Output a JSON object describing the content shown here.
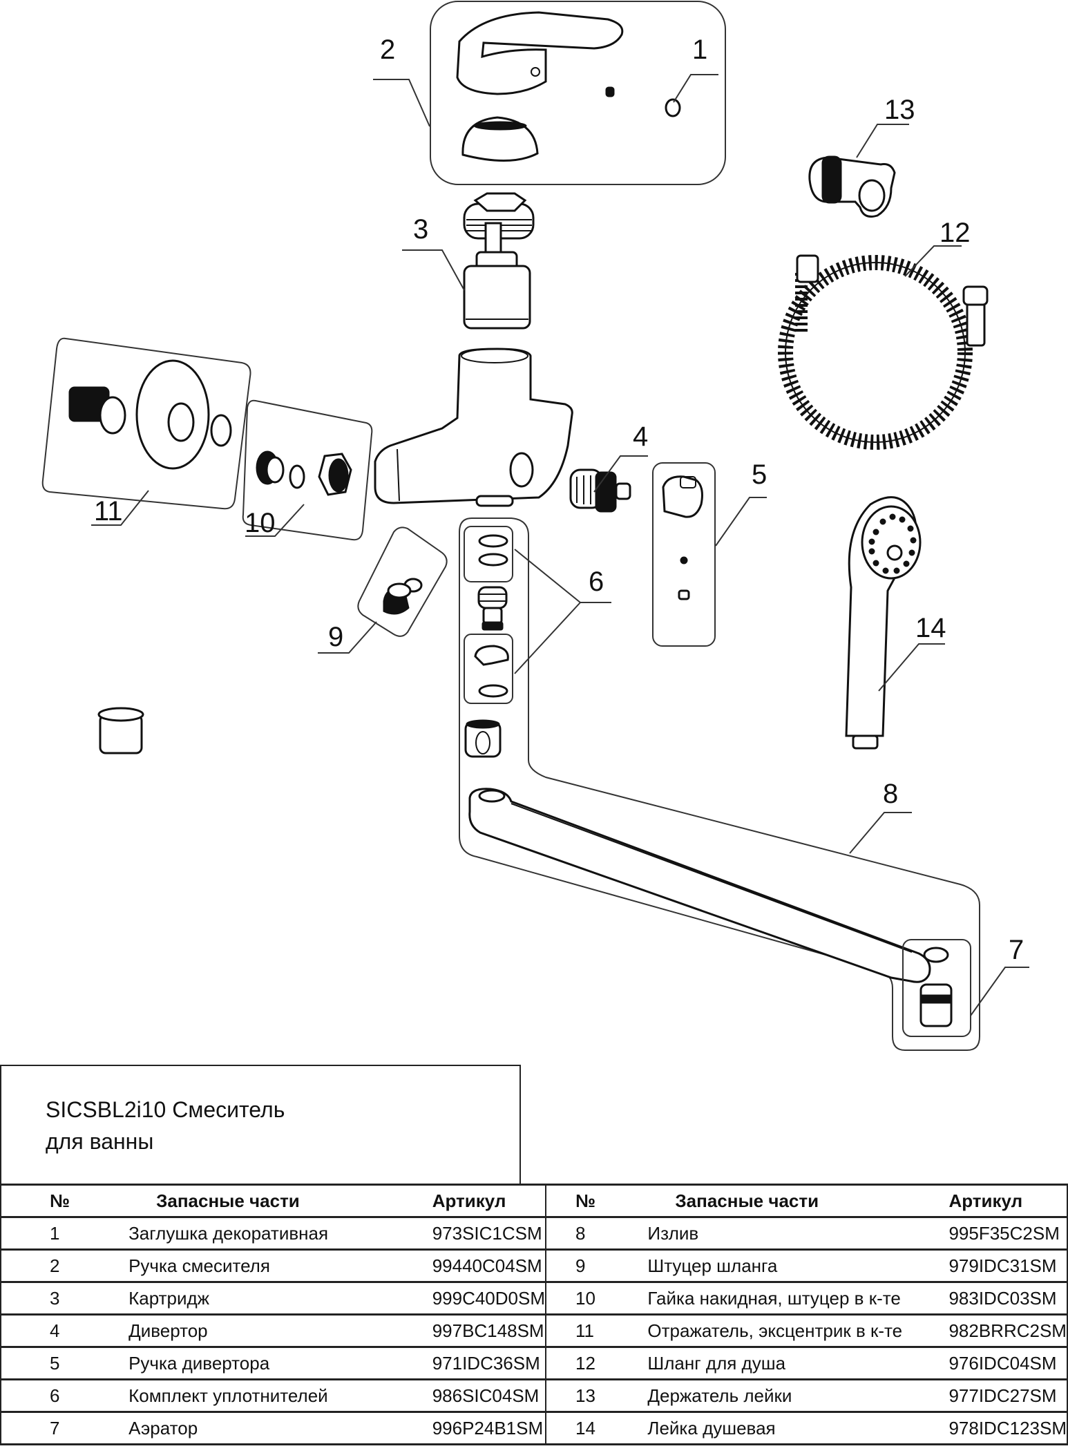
{
  "title": {
    "line1": "SICSBL2i10 Смеситель",
    "line2": "для ванны"
  },
  "callouts": {
    "c1": "1",
    "c2": "2",
    "c3": "3",
    "c4": "4",
    "c5": "5",
    "c6": "6",
    "c7": "7",
    "c8": "8",
    "c9": "9",
    "c10": "10",
    "c11": "11",
    "c12": "12",
    "c13": "13",
    "c14": "14"
  },
  "table": {
    "headers": {
      "no": "№",
      "name": "Запасные части",
      "sku": "Артикул"
    },
    "left_rows": [
      {
        "no": "1",
        "name": "Заглушка декоративная",
        "sku": "973SIC1CSM"
      },
      {
        "no": "2",
        "name": "Ручка смесителя",
        "sku": "99440C04SM"
      },
      {
        "no": "3",
        "name": "Картридж",
        "sku": "999C40D0SM"
      },
      {
        "no": "4",
        "name": "Дивертор",
        "sku": "997BC148SM"
      },
      {
        "no": "5",
        "name": "Ручка дивертора",
        "sku": "971IDC36SM"
      },
      {
        "no": "6",
        "name": "Комплект уплотнителей",
        "sku": "986SIC04SM"
      },
      {
        "no": "7",
        "name": "Аэратор",
        "sku": "996P24B1SM"
      }
    ],
    "right_rows": [
      {
        "no": "8",
        "name": "Излив",
        "sku": "995F35C2SM"
      },
      {
        "no": "9",
        "name": "Штуцер шланга",
        "sku": "979IDC31SM"
      },
      {
        "no": "10",
        "name": "Гайка накидная, штуцер в к-те",
        "sku": "983IDC03SM"
      },
      {
        "no": "11",
        "name": "Отражатель, эксцентрик в к-те",
        "sku": "982BRRC2SM"
      },
      {
        "no": "12",
        "name": "Шланг для душа",
        "sku": "976IDC04SM"
      },
      {
        "no": "13",
        "name": "Держатель лейки",
        "sku": "977IDC27SM"
      },
      {
        "no": "14",
        "name": "Лейка душевая",
        "sku": "978IDC123SM"
      }
    ]
  }
}
